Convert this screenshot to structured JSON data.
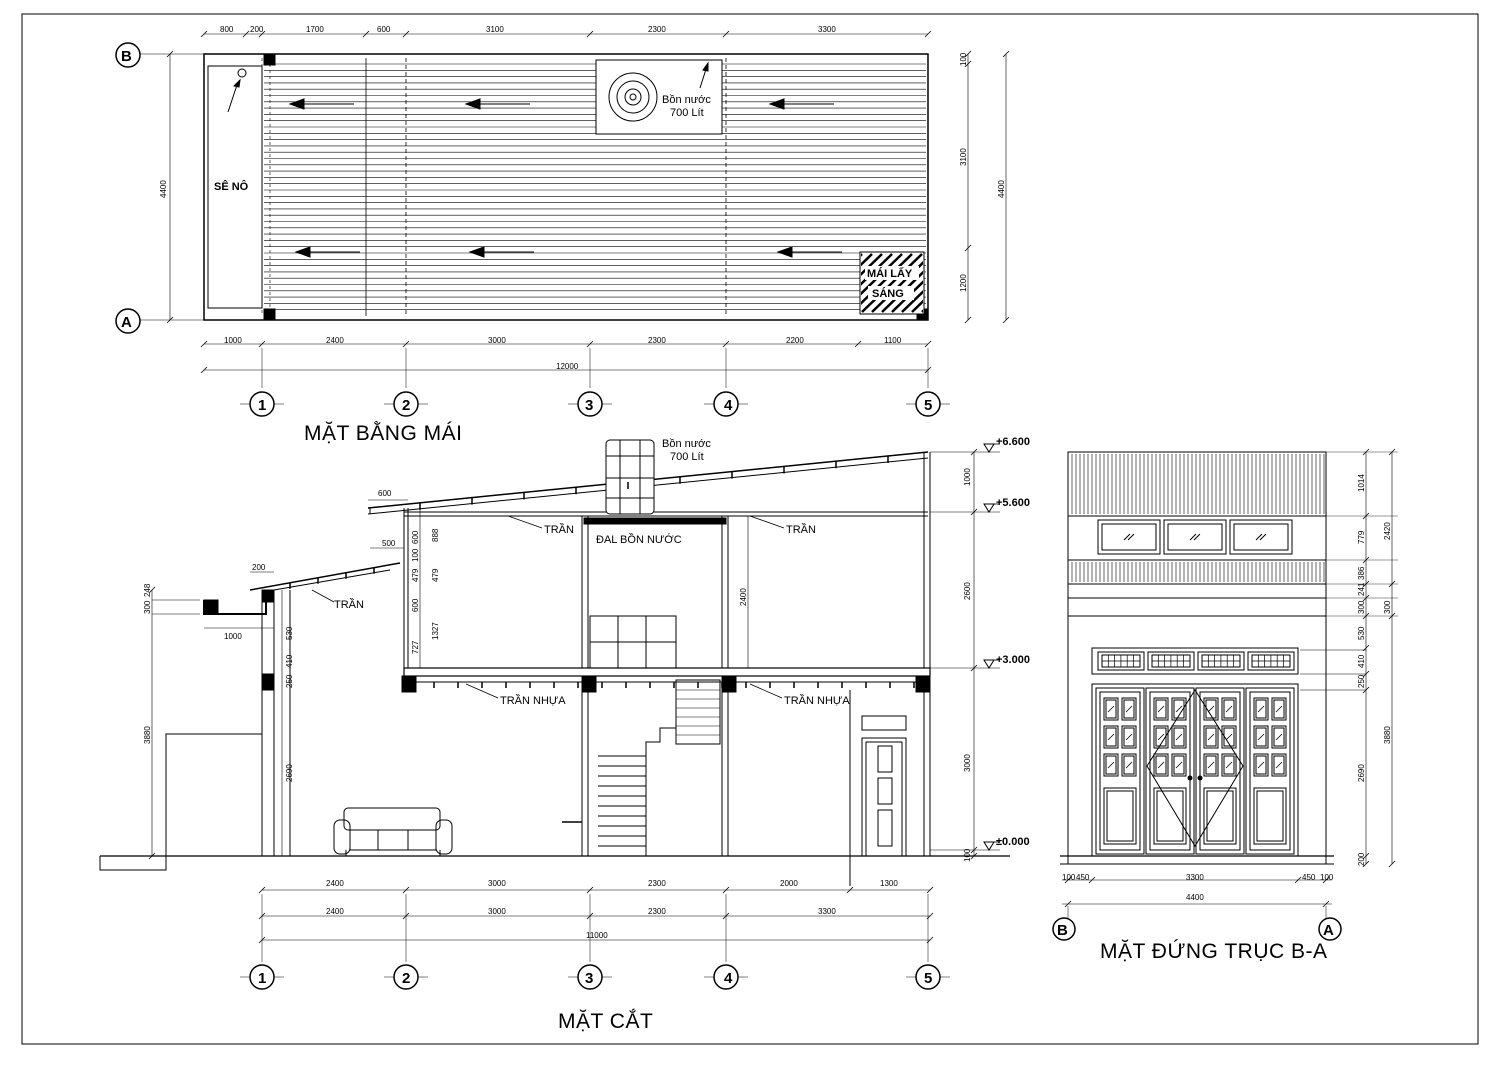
{
  "plan": {
    "title": "MẶT BẰNG MÁI",
    "top_dims": [
      "800",
      "200",
      "1700",
      "600",
      "3100",
      "2300",
      "3300"
    ],
    "bottom_dims": [
      "1000",
      "2400",
      "3000",
      "2300",
      "2200",
      "1100"
    ],
    "total": "12000",
    "left_dim": "4400",
    "right_dims": [
      "100",
      "3100",
      "1200"
    ],
    "right_total": "4400",
    "gutter_label": "SÊ NÔ",
    "tank_label": "Bồn nước",
    "tank_volume": "700 Lít",
    "skylight_line1": "MÁI LẤY",
    "skylight_line2": "SÁNG"
  },
  "section": {
    "title": "MẶT CẮT",
    "tank_label": "Bồn nước",
    "tank_volume": "700 Lít",
    "ceiling": "TRẦN",
    "ceiling_plastic": "TRẦN NHỰA",
    "tank_slab": "ĐAL BỒN NƯỚC",
    "levels": [
      "+6.600",
      "+5.600",
      "+3.000",
      "±0.000"
    ],
    "right_dims": [
      "1000",
      "2600",
      "3000",
      "100"
    ],
    "left_small_dims": [
      "600",
      "500",
      "200",
      "1000",
      "300",
      "248"
    ],
    "left_dim": "3880",
    "wall_dims": [
      "530",
      "410",
      "250",
      "2690"
    ],
    "inner_dims": [
      "600",
      "100",
      "479",
      "479",
      "600",
      "1327",
      "727",
      "888"
    ],
    "mid_dim": "2400",
    "bottom_dims1": [
      "2400",
      "3000",
      "2300",
      "2000",
      "1300"
    ],
    "bottom_dims2": [
      "2400",
      "3000",
      "2300",
      "3300"
    ],
    "total": "11000"
  },
  "elevation": {
    "title": "MẶT ĐỨNG TRỤC B-A",
    "right_dims": [
      "1014",
      "779",
      "386",
      "241",
      "300",
      "530",
      "410",
      "250",
      "2690",
      "200"
    ],
    "right_totals": [
      "2420",
      "300",
      "3880"
    ],
    "bottom_dims": [
      "100",
      "450",
      "3300",
      "450",
      "100"
    ],
    "total": "4400"
  },
  "axes": {
    "cols": [
      "1",
      "2",
      "3",
      "4",
      "5"
    ],
    "rows": [
      "B",
      "A"
    ]
  }
}
